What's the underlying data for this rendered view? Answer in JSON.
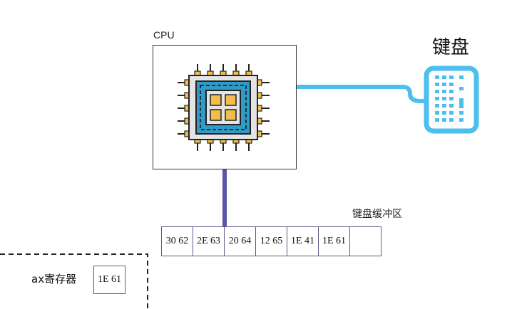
{
  "cpu": {
    "label": "CPU"
  },
  "keyboard": {
    "label": "键盘"
  },
  "buffer": {
    "label": "键盘缓冲区",
    "cells": [
      "30 62",
      "2E 63",
      "20 64",
      "12 65",
      "1E 41",
      "1E 61",
      ""
    ]
  },
  "register": {
    "label": "ax寄存器",
    "value": "1E 61"
  },
  "colors": {
    "keyboard_blue": "#4dbfee",
    "bus_purple": "#5b55a8",
    "chip_blue": "#2f9bc6",
    "chip_gold": "#f2bd4a"
  }
}
